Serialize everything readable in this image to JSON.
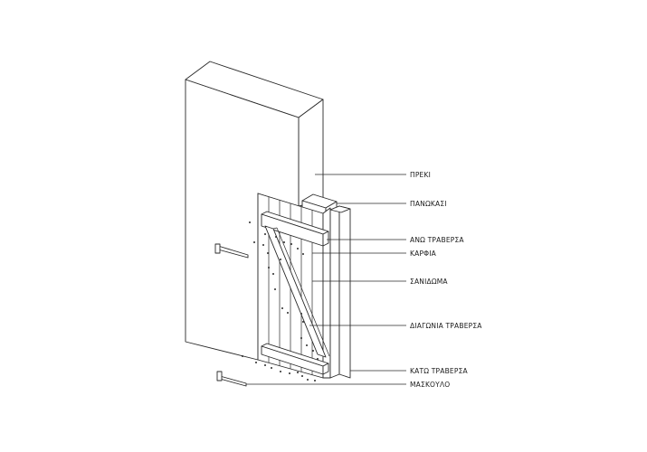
{
  "labels": {
    "lintel": "ΠΡΕΚΙ",
    "jamb": "ΠΑΝΩΚΑΣΙ",
    "top_rail": "ΑΝΩ ΤΡΑΒΕΡΣΑ",
    "nails": "ΚΑΡΦΙΑ",
    "boards": "ΣΑΝΙΔΩΜΑ",
    "diagonal_brace": "ΔΙΑΓΩΝΙΑ ΤΡΑΒΕΡΣΑ",
    "bottom_rail": "ΚΑΤΩ ΤΡΑΒΕΡΣΑ",
    "hinge": "ΜΑΣΚΟΥΛΟ"
  }
}
